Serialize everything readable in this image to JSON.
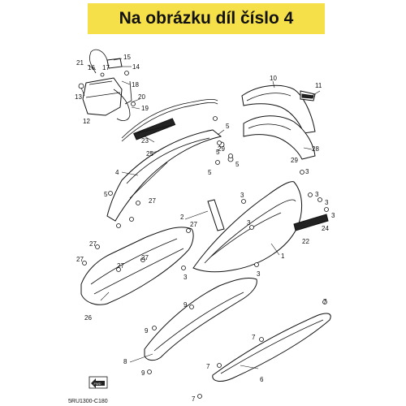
{
  "banner": {
    "text": "Na obrázku díl číslo 4",
    "color": "#f6e04a"
  },
  "diagram_code": "5RU1300-C180",
  "fwd_label": "FWD",
  "callouts": [
    "1",
    "2",
    "3",
    "4",
    "5",
    "6",
    "7",
    "8",
    "9",
    "10",
    "11",
    "12",
    "13",
    "14",
    "15",
    "16",
    "17",
    "18",
    "19",
    "20",
    "21",
    "22",
    "23",
    "24",
    "25",
    "26",
    "27",
    "28",
    "29"
  ]
}
